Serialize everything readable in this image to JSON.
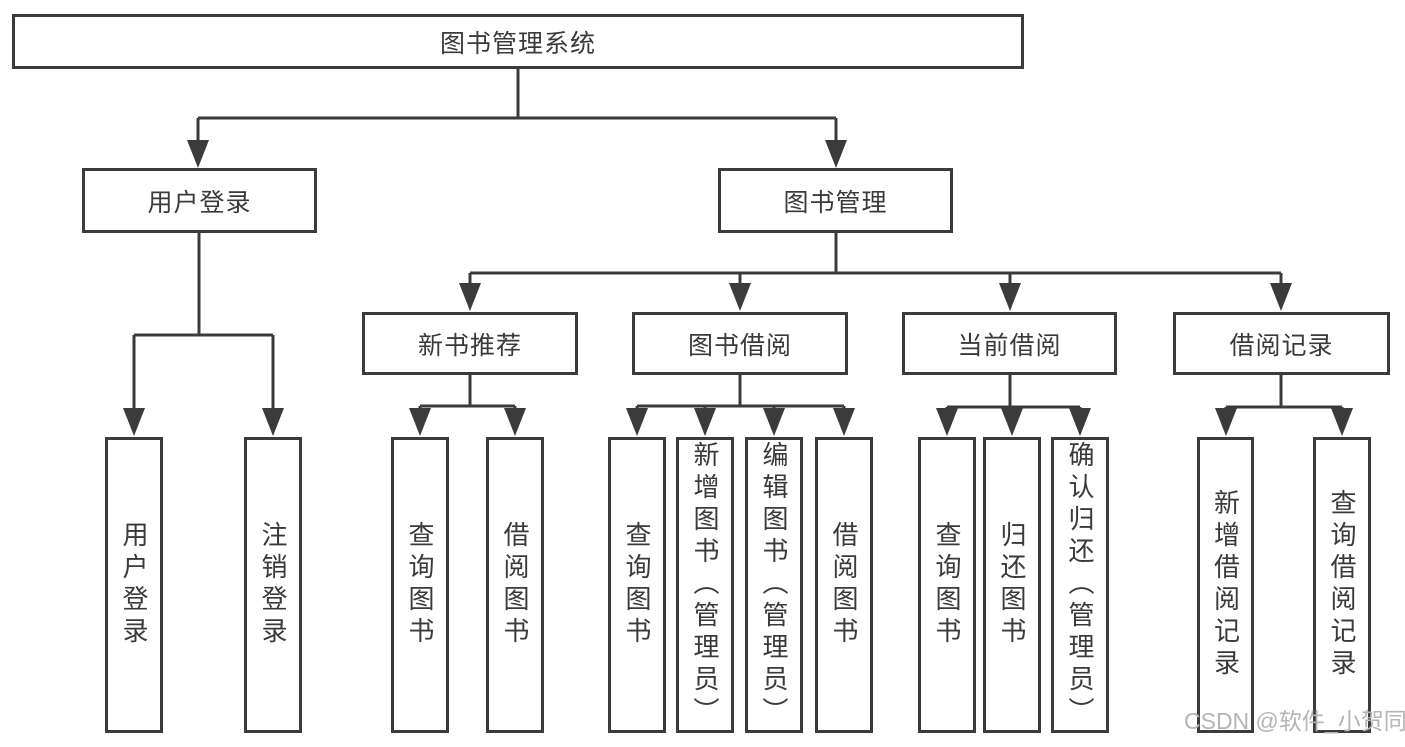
{
  "diagram": {
    "root": "图书管理系统",
    "level2": [
      "用户登录",
      "图书管理"
    ],
    "level3": [
      "新书推荐",
      "图书借阅",
      "当前借阅",
      "借阅记录"
    ],
    "leaves": {
      "user_login": [
        "用户登录",
        "注销登录"
      ],
      "new_book_recommend": [
        "查询图书",
        "借阅图书"
      ],
      "book_borrowing": [
        "查询图书",
        "新增图书（管理员）",
        "编辑图书（管理员）",
        "借阅图书"
      ],
      "current_borrowing": [
        "查询图书",
        "归还图书",
        "确认归还（管理员）"
      ],
      "borrowing_records": [
        "新增借阅记录",
        "查询借阅记录"
      ]
    }
  },
  "watermark": "CSDN @软件_小贺同学",
  "colors": {
    "line": "#3b3b3b",
    "text": "#3a3a3a",
    "watermark": "#b5b5b5",
    "background": "#ffffff"
  }
}
